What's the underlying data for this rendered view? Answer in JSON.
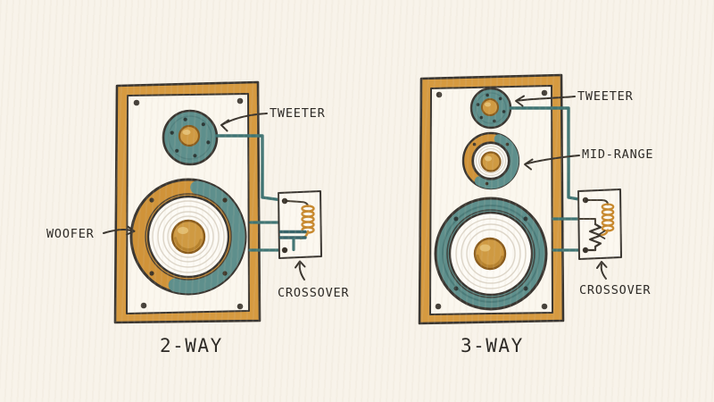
{
  "diagram": {
    "left_speaker": {
      "caption": "2-WAY",
      "labels": {
        "tweeter": "TWEETER",
        "woofer": "WOOFER",
        "crossover": "CROSSOVER"
      },
      "drivers": [
        "tweeter",
        "woofer"
      ],
      "crossover_components": [
        "inductor-coil",
        "capacitor"
      ]
    },
    "right_speaker": {
      "caption": "3-WAY",
      "labels": {
        "tweeter": "TWEETER",
        "midrange": "MID-RANGE",
        "crossover": "CROSSOVER"
      },
      "drivers": [
        "tweeter",
        "mid-range",
        "woofer"
      ],
      "crossover_components": [
        "inductor-coil",
        "resistor"
      ]
    },
    "palette": {
      "background": "#f8f3ea",
      "cabinet_panel": "#fbf7ee",
      "wood_orange": "#d69a40",
      "driver_teal": "#5e8f8c",
      "wire_teal": "#3f7473",
      "dome_orange": "#cf9a42",
      "coil_orange": "#c8892e",
      "ink_outline": "#3a3631",
      "text_ink": "#2e2b27"
    }
  }
}
